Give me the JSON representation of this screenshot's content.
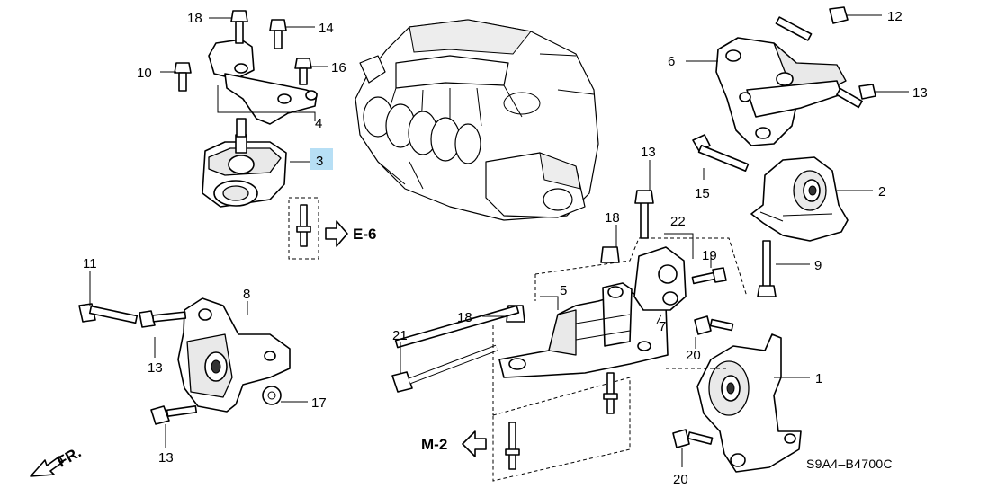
{
  "diagram": {
    "part_labels": {
      "p1": "1",
      "p2": "2",
      "p3": "3",
      "p4": "4",
      "p5": "5",
      "p6": "6",
      "p7": "7",
      "p8": "8",
      "p9": "9",
      "p10": "10",
      "p11": "11",
      "p12": "12",
      "p13a": "13",
      "p13b": "13",
      "p13c": "13",
      "p13d": "13",
      "p14": "14",
      "p15": "15",
      "p16": "16",
      "p17": "17",
      "p18a": "18",
      "p18b": "18",
      "p18c": "18",
      "p19": "19",
      "p20a": "20",
      "p20b": "20",
      "p21": "21",
      "p22": "22"
    },
    "references": {
      "e6": "E-6",
      "m2": "M-2"
    },
    "direction": "FR.",
    "diagram_code": "S9A4–B4700C",
    "highlight_color": "#b7dff5"
  }
}
